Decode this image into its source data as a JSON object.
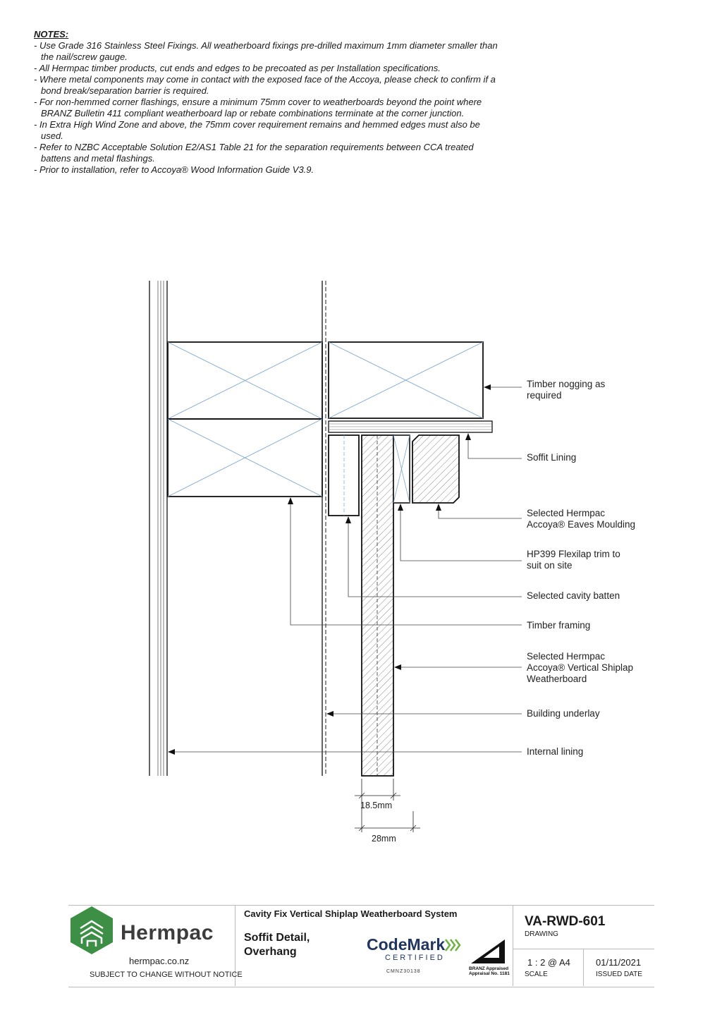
{
  "notes": {
    "title": "NOTES:",
    "items": [
      "Use Grade 316 Stainless Steel Fixings. All weatherboard fixings pre-drilled maximum 1mm diameter smaller than the nail/screw gauge.",
      "All Hermpac timber products, cut ends and edges to be precoated as per Installation specifications.",
      "Where metal components may come in contact with the exposed face of the Accoya, please check to confirm if a bond break/separation barrier is required.",
      "For non-hemmed corner flashings, ensure a minimum 75mm cover to weatherboards beyond the point where BRANZ Bulletin 411 compliant weatherboard lap or rebate combinations terminate at the corner junction.",
      "In Extra High Wind Zone and above, the 75mm cover requirement remains and hemmed edges must also be used.",
      "Refer to NZBC Acceptable Solution E2/AS1 Table 21 for the separation requirements between CCA treated battens and metal flashings.",
      "Prior to installation, refer to Accoya® Wood Information Guide V3.9."
    ]
  },
  "labels": {
    "nogging": "Timber nogging as\nrequired",
    "soffit": "Soffit Lining",
    "moulding": "Selected Hermpac\nAccoya® Eaves Moulding",
    "trim": "HP399 Flexilap trim to\nsuit on site",
    "batten": "Selected cavity batten",
    "framing": "Timber framing",
    "weatherboard": "Selected Hermpac\nAccoya® Vertical Shiplap\nWeatherboard",
    "underlay": "Building underlay",
    "lining": "Internal lining"
  },
  "dimensions": {
    "d1": "18.5mm",
    "d2": "28mm"
  },
  "titleblock": {
    "brand": "Hermpac",
    "url": "hermpac.co.nz",
    "notice": "SUBJECT TO CHANGE WITHOUT NOTICE",
    "system": "Cavity Fix Vertical Shiplap Weatherboard System",
    "detail": "Soffit Detail,\nOverhang",
    "codemark": "CodeMark",
    "codemark_certified": "CERTIFIED",
    "codemark_number": "CMNZ30138",
    "branz": "BRANZ Appraised\nAppraisal No. 1181",
    "drawing_code": "VA-RWD-601",
    "drawing_label": "DRAWING",
    "scale": "1 : 2 @ A4",
    "scale_label": "SCALE",
    "date": "01/11/2021",
    "date_label": "ISSUED DATE"
  },
  "colors": {
    "brand_green": "#3d8f45",
    "codemark_navy": "#20355f",
    "cross_lines": "#7fa7cc"
  }
}
